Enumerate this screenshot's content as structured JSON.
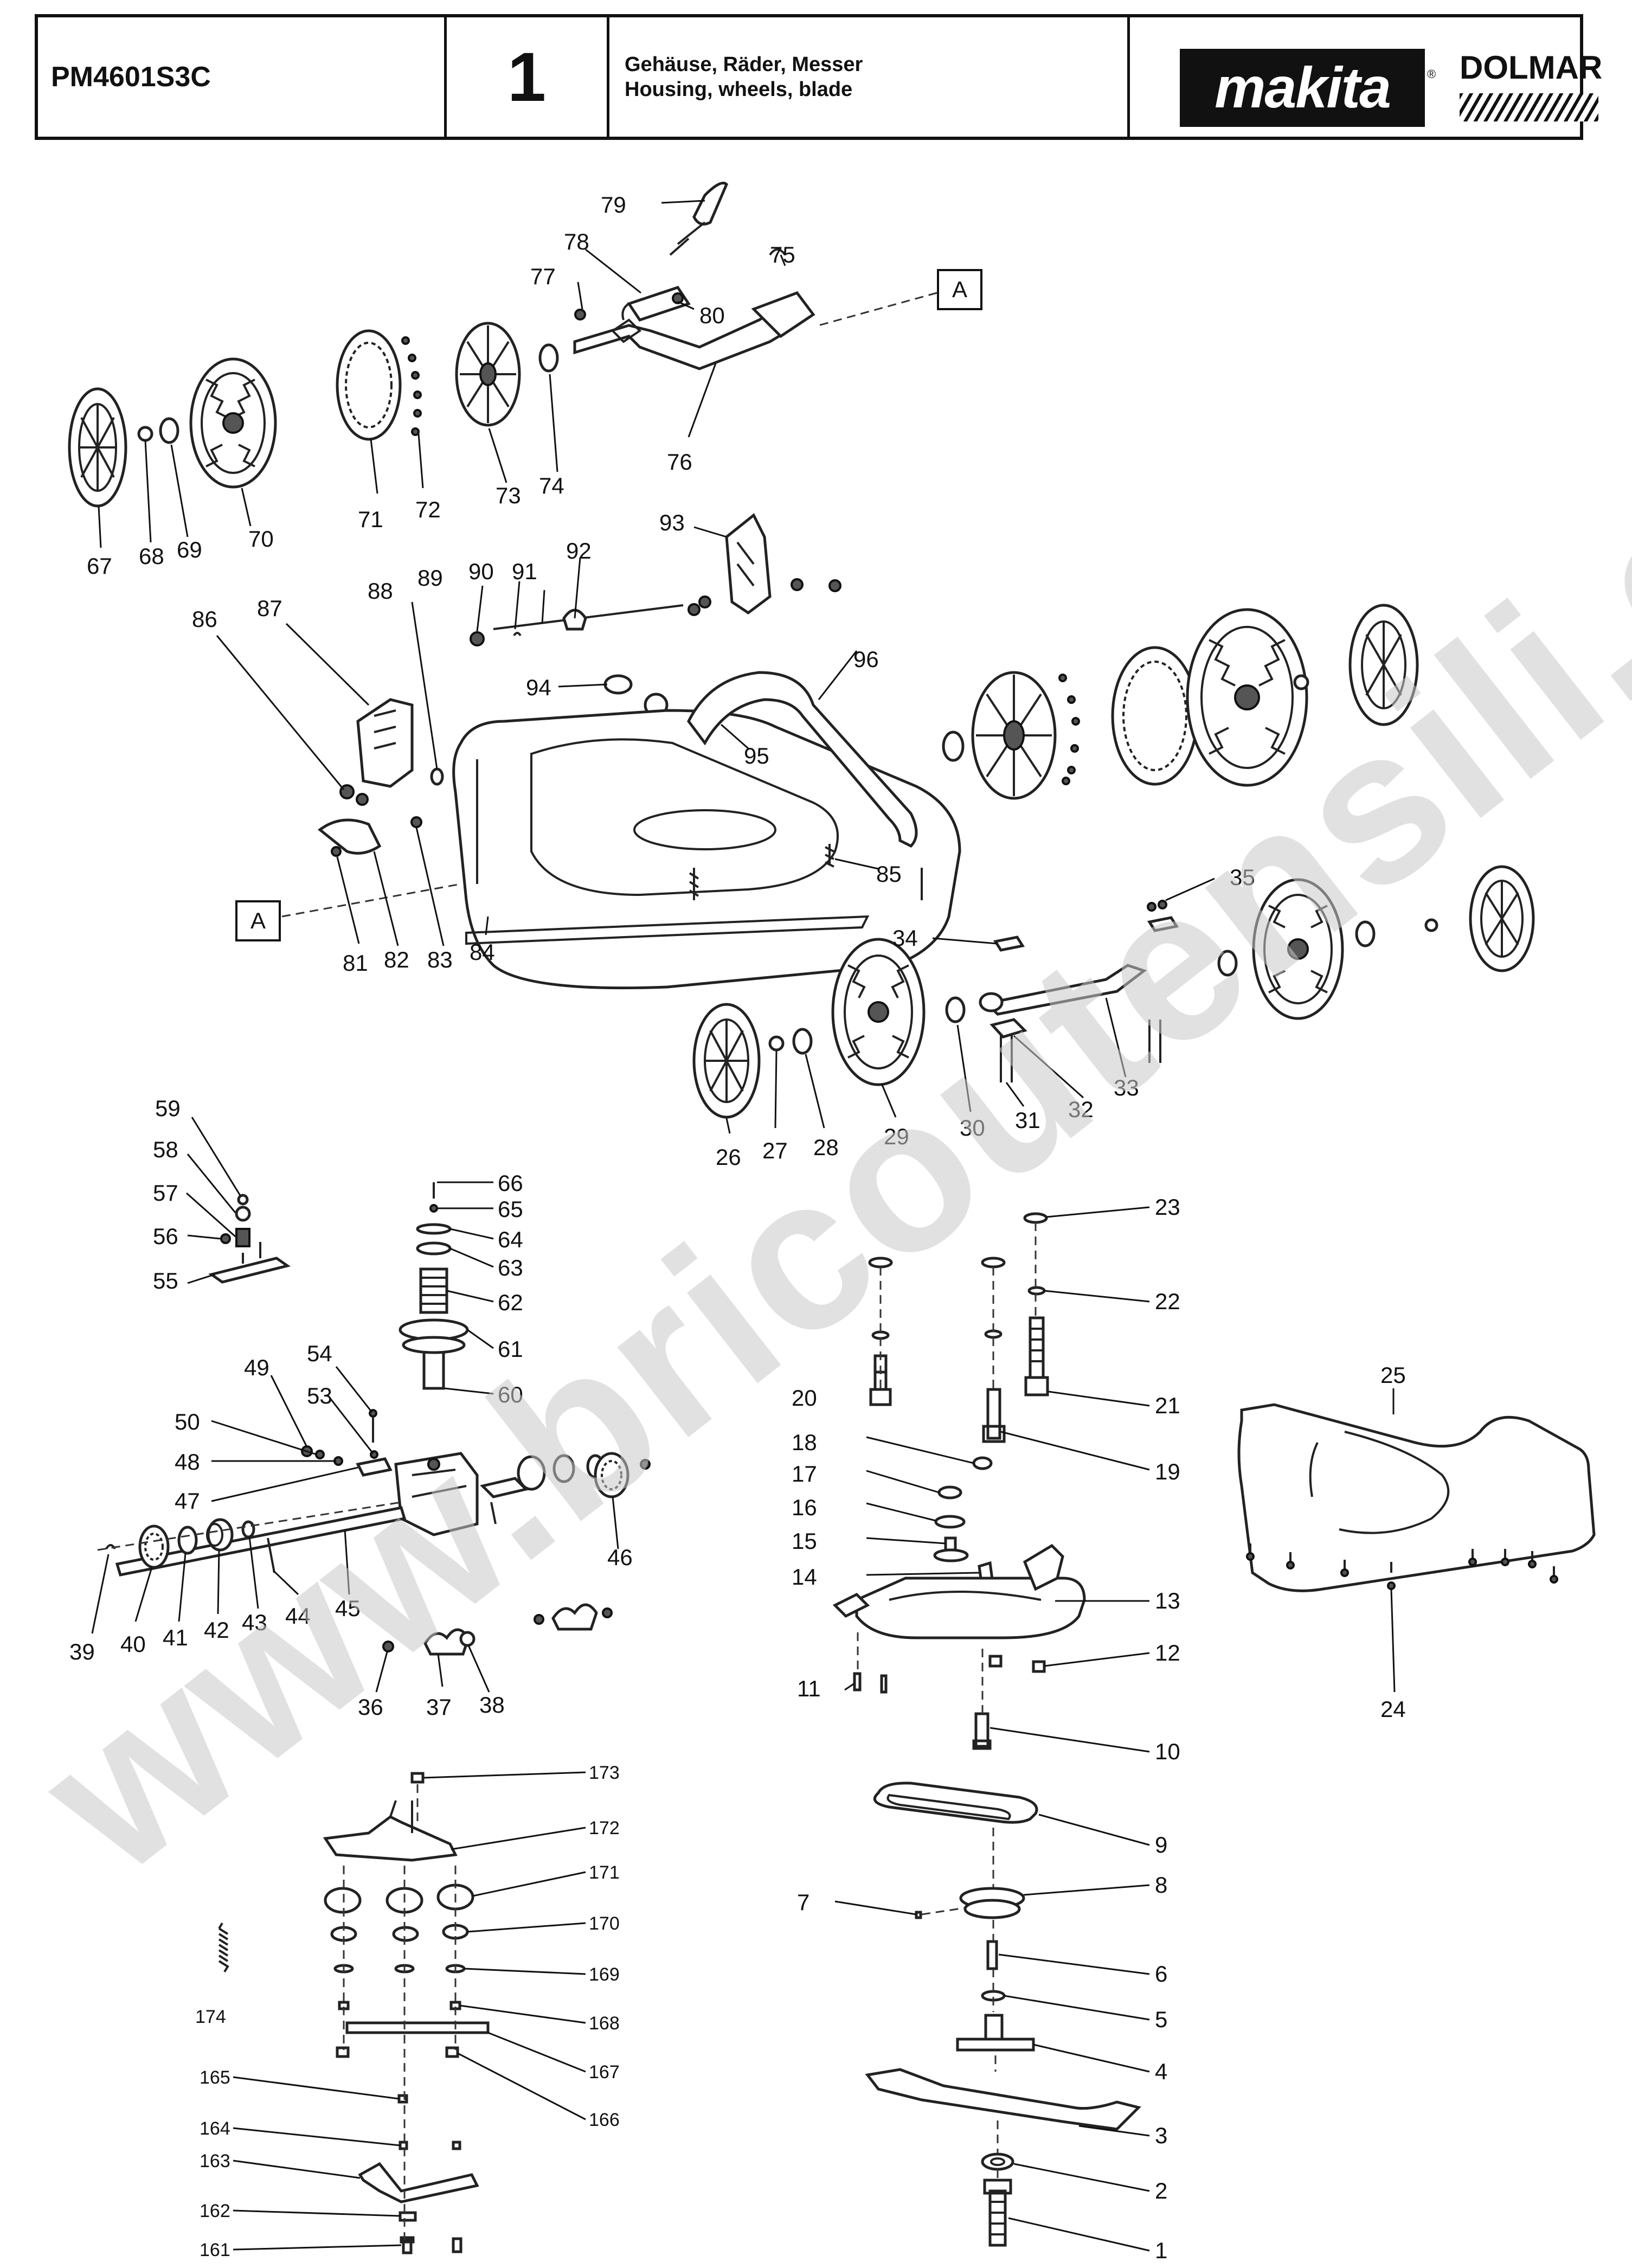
{
  "header": {
    "model": "PM4601S3C",
    "page": "1",
    "title_de": "Gehäuse, Räder, Messer",
    "title_en": "Housing, wheels, blade",
    "brand": "makita",
    "brand_reg": "®",
    "brand2": "DOLMAR"
  },
  "ref_label": "A",
  "watermark": "www.bricoutensili.com",
  "labels": {
    "p1": "1",
    "p2": "2",
    "p3": "3",
    "p4": "4",
    "p5": "5",
    "p6": "6",
    "p7": "7",
    "p8": "8",
    "p9": "9",
    "p10": "10",
    "p11": "11",
    "p12": "12",
    "p13": "13",
    "p14": "14",
    "p15": "15",
    "p16": "16",
    "p17": "17",
    "p18": "18",
    "p19": "19",
    "p20": "20",
    "p21": "21",
    "p22": "22",
    "p23": "23",
    "p24": "24",
    "p25": "25",
    "p26": "26",
    "p27": "27",
    "p28": "28",
    "p29": "29",
    "p30": "30",
    "p31": "31",
    "p32": "32",
    "p33": "33",
    "p34": "34",
    "p35": "35",
    "p36": "36",
    "p37": "37",
    "p38": "38",
    "p39": "39",
    "p40": "40",
    "p41": "41",
    "p42": "42",
    "p43": "43",
    "p44": "44",
    "p45": "45",
    "p46": "46",
    "p47": "47",
    "p48": "48",
    "p49": "49",
    "p50": "50",
    "p53": "53",
    "p54": "54",
    "p55": "55",
    "p56": "56",
    "p57": "57",
    "p58": "58",
    "p59": "59",
    "p60": "60",
    "p61": "61",
    "p62": "62",
    "p63": "63",
    "p64": "64",
    "p65": "65",
    "p66": "66",
    "p67": "67",
    "p68": "68",
    "p69": "69",
    "p70": "70",
    "p71": "71",
    "p72": "72",
    "p73": "73",
    "p74": "74",
    "p75": "75",
    "p76": "76",
    "p77": "77",
    "p78": "78",
    "p79": "79",
    "p80": "80",
    "p81": "81",
    "p82": "82",
    "p83": "83",
    "p84": "84",
    "p85": "85",
    "p86": "86",
    "p87": "87",
    "p88": "88",
    "p89": "89",
    "p90": "90",
    "p91": "91",
    "p92": "92",
    "p93": "93",
    "p94": "94",
    "p95": "95",
    "p96": "96",
    "p161": "161",
    "p162": "162",
    "p163": "163",
    "p164": "164",
    "p165": "165",
    "p166": "166",
    "p167": "167",
    "p168": "168",
    "p169": "169",
    "p170": "170",
    "p171": "171",
    "p172": "172",
    "p173": "173",
    "p174": "174"
  }
}
